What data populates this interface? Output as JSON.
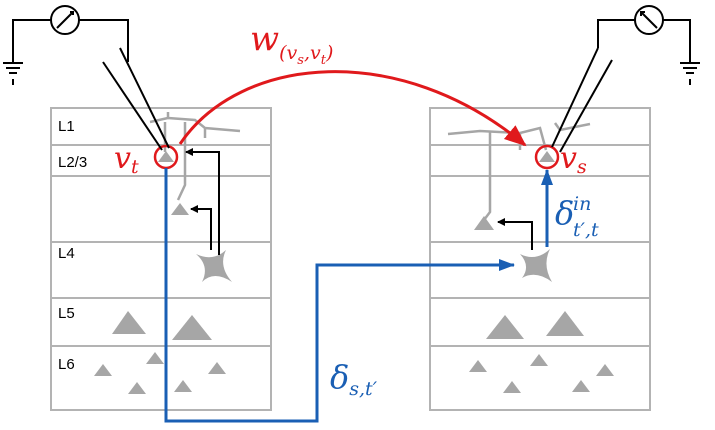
{
  "layers": [
    "L1",
    "L2/3",
    "L4",
    "L5",
    "L6"
  ],
  "labels": {
    "weight": {
      "base": "w",
      "sub": "(v",
      "sub_s": "s",
      "sub_mid": ",v",
      "sub_t": "t",
      "sub_end": ")"
    },
    "vt": {
      "base": "v",
      "sub": "t"
    },
    "vs": {
      "base": "v",
      "sub": "s"
    },
    "delta_in": {
      "base": "δ",
      "sup": "in",
      "sub": "t′,t"
    },
    "delta_st": {
      "base": "δ",
      "sub": "s,t′"
    }
  },
  "colors": {
    "red": "#e0191c",
    "blue": "#1a5fb4",
    "grey_box": "#b3b3b3",
    "grey_shape": "#a6a6a6",
    "black": "#000000"
  }
}
